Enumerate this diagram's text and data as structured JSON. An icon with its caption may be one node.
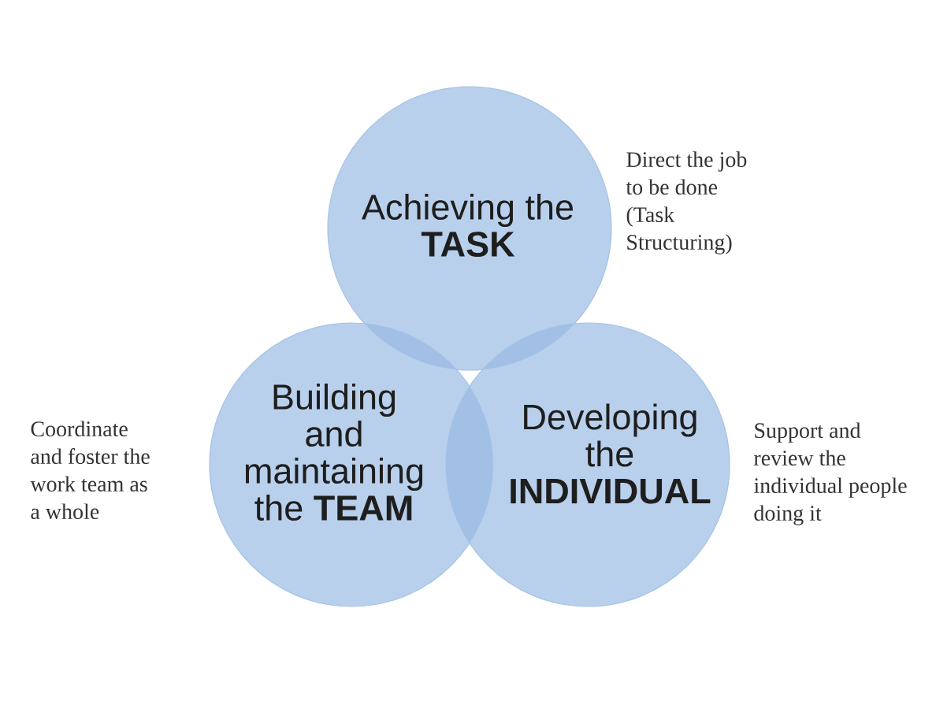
{
  "diagram": {
    "nodes": [
      {
        "text": [
          "Achieving the **TASK**"
        ],
        "beside": [
          "Direct the job to be done (Task Structuring)"
        ]
      },
      {
        "text": [
          "Building and maintaining the **TEAM**"
        ],
        "beside": [
          "Coordinate and foster the work team as a whole"
        ]
      },
      {
        "text": [
          "Developing the **INDIVIDUAL**"
        ],
        "beside": [
          "Support and review the individual people doing it"
        ]
      }
    ]
  }
}
